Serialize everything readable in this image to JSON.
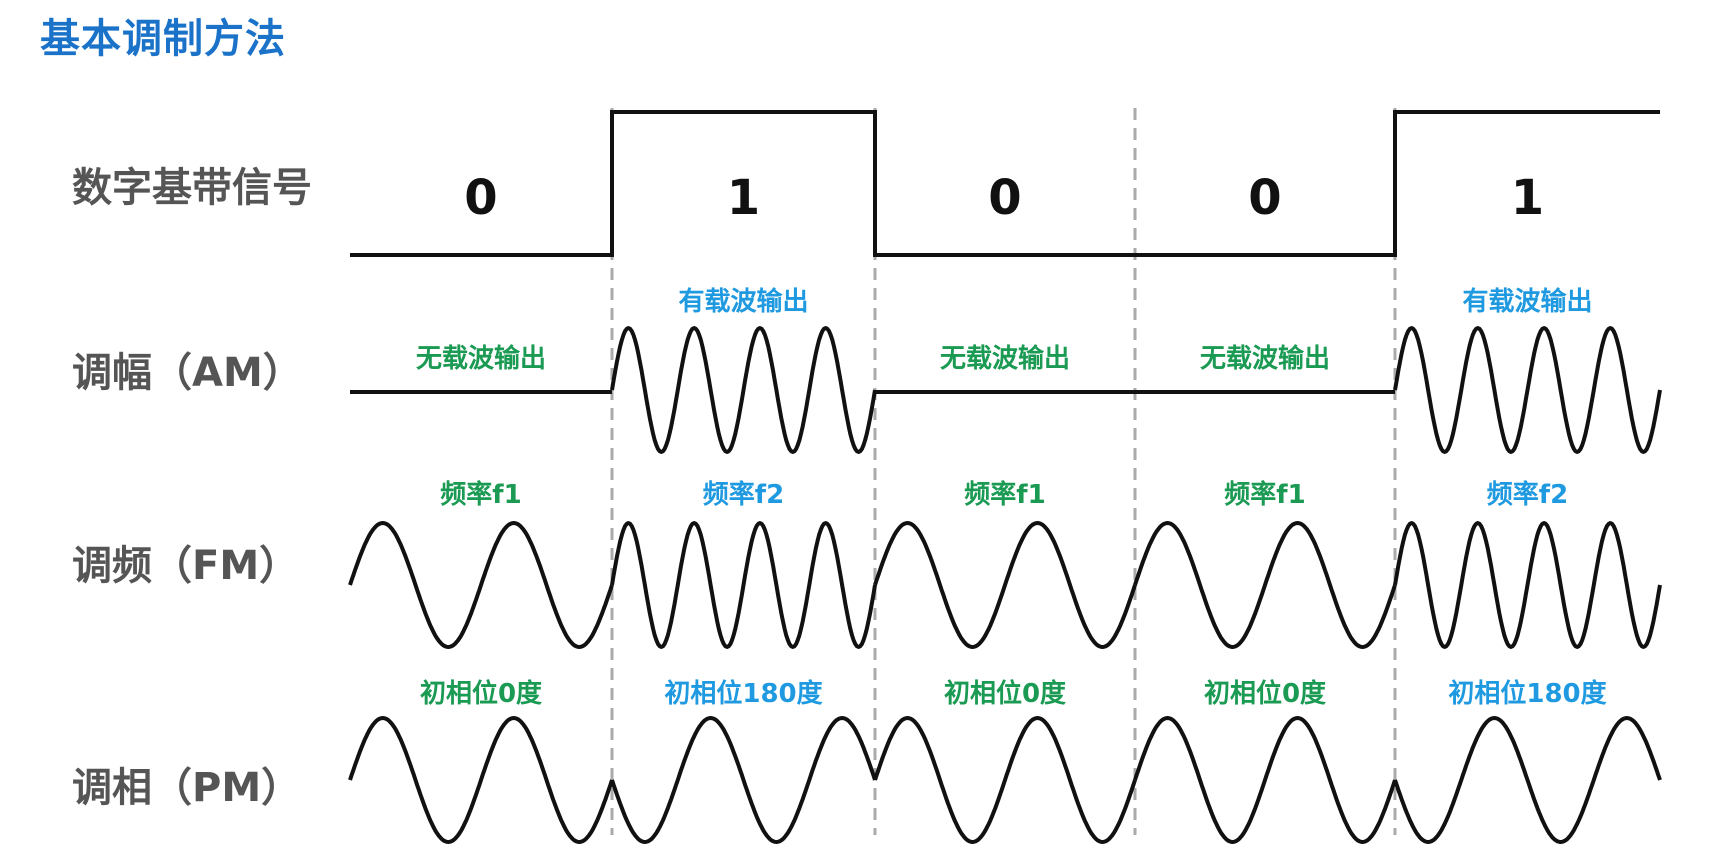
{
  "title": "基本调制方法",
  "rows": {
    "digital": "数字基带信号",
    "am": "调幅（AM）",
    "fm": "调频（FM）",
    "pm": "调相（PM）"
  },
  "bits": [
    "0",
    "1",
    "0",
    "0",
    "1"
  ],
  "am_labels": [
    "无载波输出",
    "有载波输出",
    "无载波输出",
    "无载波输出",
    "有载波输出"
  ],
  "fm_labels": [
    "频率f1",
    "频率f2",
    "频率f1",
    "频率f1",
    "频率f2"
  ],
  "pm_labels": [
    "初相位0度",
    "初相位180度",
    "初相位0度",
    "初相位0度",
    "初相位180度"
  ],
  "colors": {
    "title": "#1a73c9",
    "label_gray": "#555555",
    "annot_green": "#1a9a52",
    "annot_blue": "#1f9ae0",
    "wave": "#111111",
    "divider": "#aaaaaa"
  }
}
